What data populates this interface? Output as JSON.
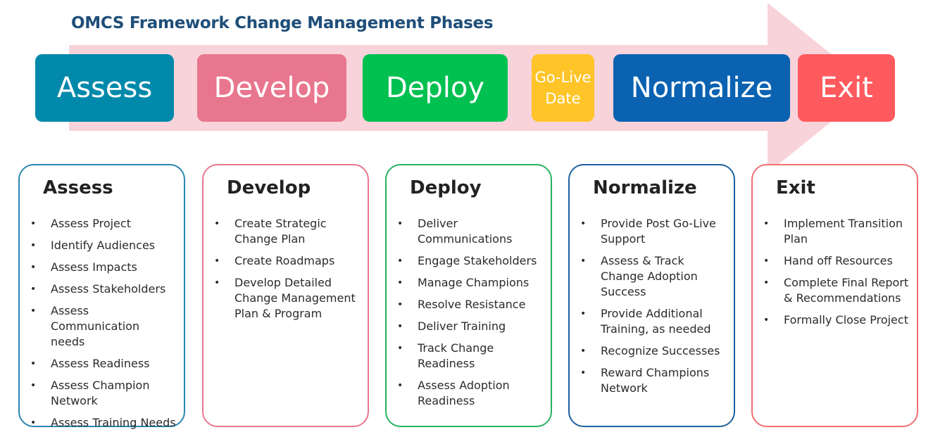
{
  "title": "OMCS Framework Change Management Phases",
  "colors": {
    "assess": "#0089ab",
    "develop": "#e8768e",
    "deploy": "#00c050",
    "golive": "#ffc427",
    "normalize": "#0a62b1",
    "exit": "#ff5a5e",
    "arrow": "#f8d3da",
    "assess_border": "#2a88b2",
    "develop_border": "#e8768e",
    "deploy_border": "#27b25e",
    "normalize_border": "#1f5f9f",
    "exit_border": "#ef6f72"
  },
  "phases": {
    "assess": "Assess",
    "develop": "Develop",
    "deploy": "Deploy",
    "golive": "Go-Live Date",
    "normalize": "Normalize",
    "exit": "Exit"
  },
  "cards": [
    {
      "heading": "Assess",
      "items": [
        "Assess Project",
        "Identify Audiences",
        "Assess Impacts",
        "Assess Stakeholders",
        "Assess Communication needs",
        "Assess Readiness",
        "Assess Champion Network",
        "Assess Training Needs"
      ]
    },
    {
      "heading": "Develop",
      "items": [
        "Create Strategic Change Plan",
        "Create Roadmaps",
        "Develop Detailed Change Management Plan & Program"
      ]
    },
    {
      "heading": "Deploy",
      "items": [
        "Deliver Communications",
        "Engage Stakeholders",
        "Manage Champions",
        "Resolve Resistance",
        "Deliver Training",
        "Track Change Readiness",
        "Assess Adoption Readiness"
      ]
    },
    {
      "heading": "Normalize",
      "items": [
        "Provide Post Go-Live Support",
        "Assess & Track Change Adoption Success",
        "Provide Additional Training, as needed",
        "Recognize Successes",
        "Reward Champions Network"
      ]
    },
    {
      "heading": "Exit",
      "items": [
        "Implement Transition Plan",
        "Hand off Resources",
        "Complete Final Report & Recommendations",
        "Formally Close Project"
      ]
    }
  ]
}
